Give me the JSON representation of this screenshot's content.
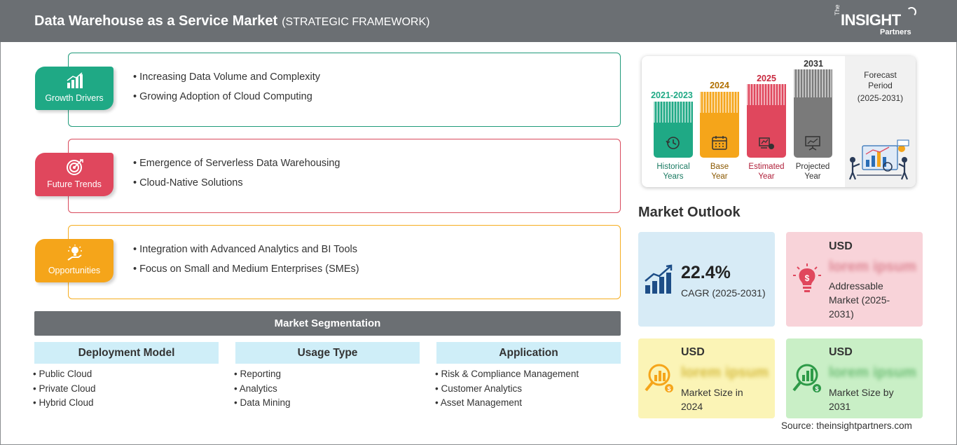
{
  "header": {
    "title": "Data Warehouse as a Service Market",
    "subtitle": "(STRATEGIC FRAMEWORK)",
    "logo": {
      "the": "The",
      "insight": "INSIGHT",
      "partners": "Partners"
    }
  },
  "framework": [
    {
      "label": "Growth Drivers",
      "color": "#1fa985",
      "icon": "bar-growth-icon",
      "items": [
        "Increasing Data Volume and Complexity",
        "Growing Adoption of Cloud Computing"
      ]
    },
    {
      "label": "Future Trends",
      "color": "#e0475d",
      "icon": "target-icon",
      "items": [
        "Emergence of Serverless Data Warehousing",
        "Cloud-Native Solutions"
      ]
    },
    {
      "label": "Opportunities",
      "color": "#f5a51a",
      "icon": "lightbulb-hand-icon",
      "items": [
        "Integration with Advanced Analytics and BI Tools",
        "Focus on Small and Medium Enterprises (SMEs)"
      ]
    }
  ],
  "segmentation": {
    "title": "Market Segmentation",
    "columns": [
      {
        "heading": "Deployment Model",
        "items": [
          "Public Cloud",
          "Private Cloud",
          "Hybrid Cloud"
        ]
      },
      {
        "heading": "Usage Type",
        "items": [
          "Reporting",
          "Analytics",
          "Data Mining"
        ]
      },
      {
        "heading": "Application",
        "items": [
          "Risk & Compliance Management",
          "Customer Analytics",
          "Asset Management"
        ]
      }
    ]
  },
  "timeline": {
    "bars": [
      {
        "year": "2021-2023",
        "caption1": "Historical",
        "caption2": "Years",
        "color": "#1fa985",
        "icon": "history-icon"
      },
      {
        "year": "2024",
        "caption1": "Base",
        "caption2": "Year",
        "color": "#f5a51a",
        "icon": "calendar-icon"
      },
      {
        "year": "2025",
        "caption1": "Estimated",
        "caption2": "Year",
        "color": "#e0475d",
        "icon": "estimate-icon"
      },
      {
        "year": "2031",
        "caption1": "Projected",
        "caption2": "Year",
        "color": "#7a7a7a",
        "icon": "presentation-icon"
      }
    ],
    "forecast_label": "Forecast Period",
    "forecast_range": "(2025-2031)"
  },
  "outlook": {
    "title": "Market Outlook",
    "cagr": {
      "value": "22.4%",
      "label": "CAGR (2025-2031)",
      "bg": "#d7ebf6",
      "icon": "growth-chart-icon"
    },
    "addressable": {
      "usd": "USD",
      "value": "lorem ipsum",
      "label": "Addressable Market (2025-2031)",
      "bg": "#f8d3d9",
      "icon": "lightbulb-dollar-icon"
    },
    "size2024": {
      "usd": "USD",
      "value": "lorem ipsum",
      "label": "Market Size in 2024",
      "bg": "#fbf4b6",
      "icon": "magnifier-chart-icon"
    },
    "size2031": {
      "usd": "USD",
      "value": "lorem ipsum",
      "label": "Market Size by 2031",
      "bg": "#c9efc6",
      "icon": "magnifier-growth-icon"
    }
  },
  "source": "Source: theinsightpartners.com"
}
